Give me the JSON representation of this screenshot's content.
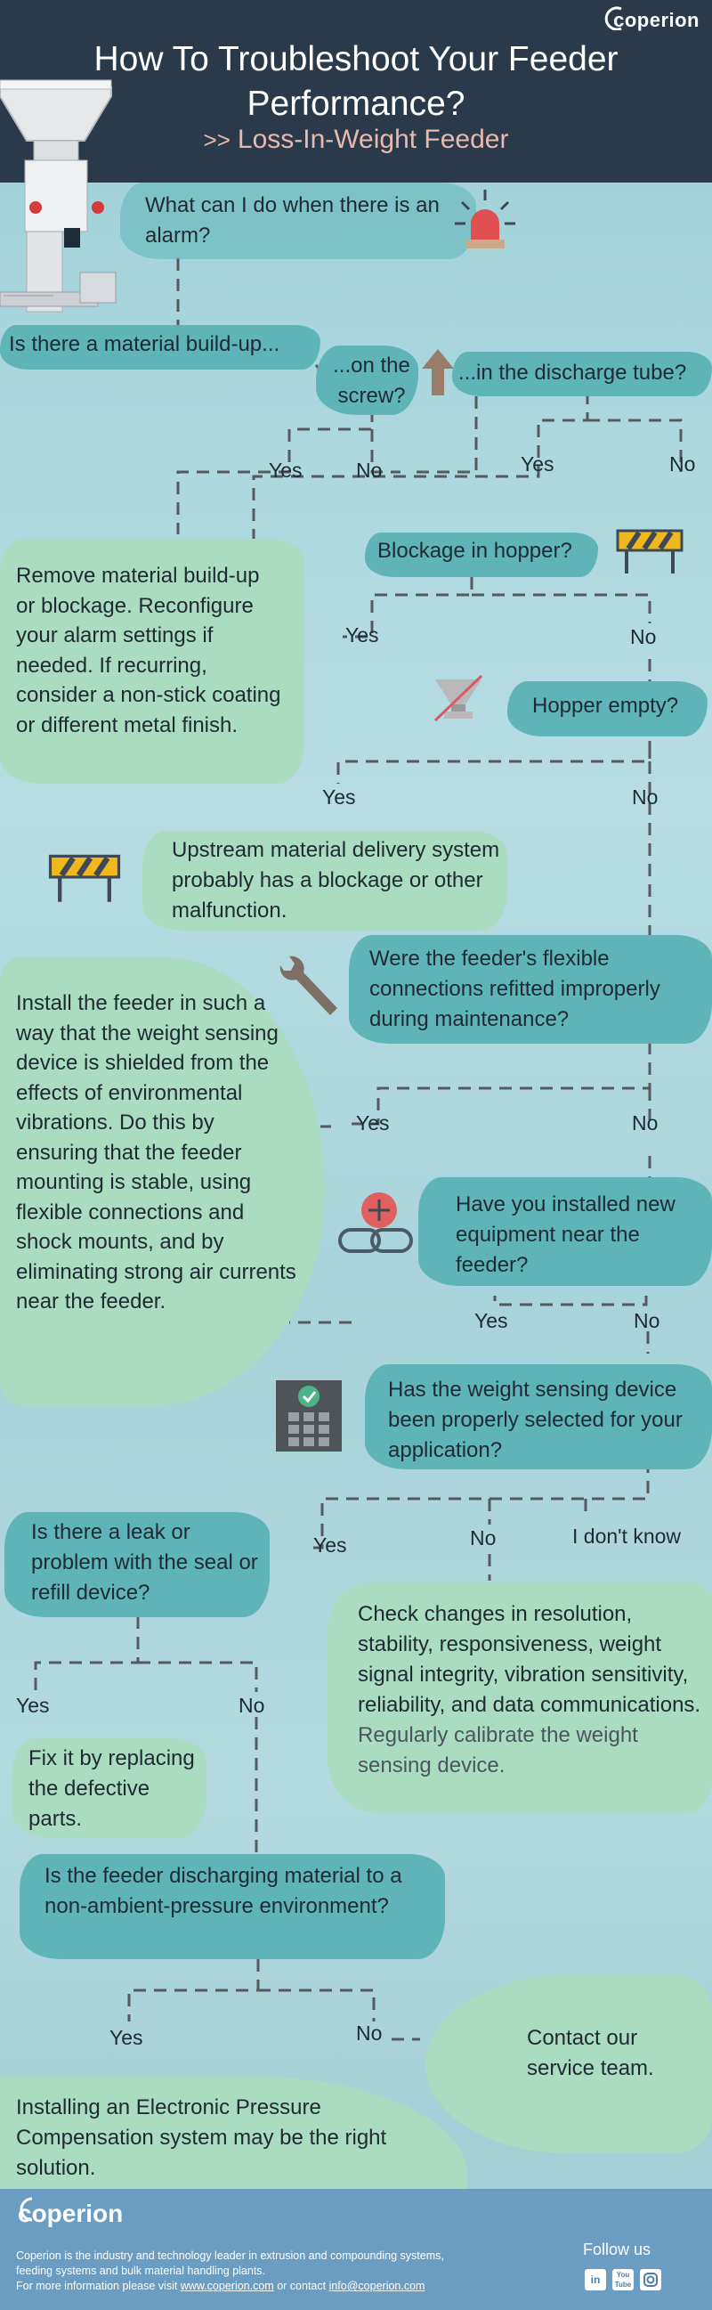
{
  "header": {
    "brand": "coperion",
    "title": "How To Troubleshoot Your Feeder Performance?",
    "subtitle_prefix": ">>",
    "subtitle": "Loss-In-Weight Feeder"
  },
  "nodes": {
    "alarm_question": "What can I do when there is an alarm?",
    "buildup_question": "Is there a material build-up...",
    "on_screw": "...on the screw?",
    "in_discharge_tube": "...in the discharge tube?",
    "remove_buildup": "Remove material build-up or blockage. Reconfigure your alarm settings if needed. If recurring, consider a non-stick coating or different metal finish.",
    "blockage_hopper": "Blockage in hopper?",
    "hopper_empty": "Hopper empty?",
    "upstream_blockage": "Upstream material delivery system probably has a blockage or other malfunction.",
    "flexible_connections": "Were the feeder's flexible connections refitted improperly during maintenance?",
    "install_feeder": "Install the feeder in such a way that the weight sensing device is shielded from the effects of environmental vibrations. Do this by ensuring that the feeder mounting is stable, using flexible connections and shock mounts, and by eliminating strong air currents near the feeder.",
    "new_equipment": "Have you installed new equipment near the feeder?",
    "weight_sensing": "Has the weight sensing device been properly selected for your application?",
    "leak_question": "Is there a leak or problem with the seal or refill device?",
    "check_changes": "Check changes in resolution, stability, responsiveness, weight signal integrity, vibration sensitivity, reliability, and data communications.",
    "check_changes_extra": "Regularly calibrate the weight sensing device.",
    "fix_parts": "Fix it by replacing the defective parts.",
    "non_ambient": "Is the feeder discharging material to a non-ambient-pressure environment?",
    "contact_team": "Contact our service team.",
    "pressure_solution": "Installing an Electronic Pressure Compensation system may be the right solution."
  },
  "labels": {
    "yes": "Yes",
    "no": "No",
    "i_dont_know": "I don't know"
  },
  "footer": {
    "brand": "coperion",
    "line1": "Coperion is the industry and technology leader in extrusion and compounding systems,",
    "line2": "feeding systems and bulk material handling plants.",
    "line3_prefix": "For more information please visit",
    "website": "www.coperion.com",
    "line3_middle": "or contact",
    "email": "info@coperion.com",
    "follow": "Follow us",
    "social": [
      "in",
      "You Tube",
      "instagram"
    ]
  },
  "icons": [
    "feeder-machine-icon",
    "alarm-siren-icon",
    "arrow-up-icon",
    "barrier-icon",
    "empty-hopper-icon",
    "wrench-icon",
    "new-equipment-icon",
    "weight-sensor-icon"
  ],
  "colors": {
    "header_bg": "#2b3a4a",
    "subtitle": "#e8b9b0",
    "teal_box": "#5fb4b8",
    "mint_box": "#a9dcc0",
    "footer_bg": "#6a9dc1",
    "dashed_line": "#555a5e"
  }
}
